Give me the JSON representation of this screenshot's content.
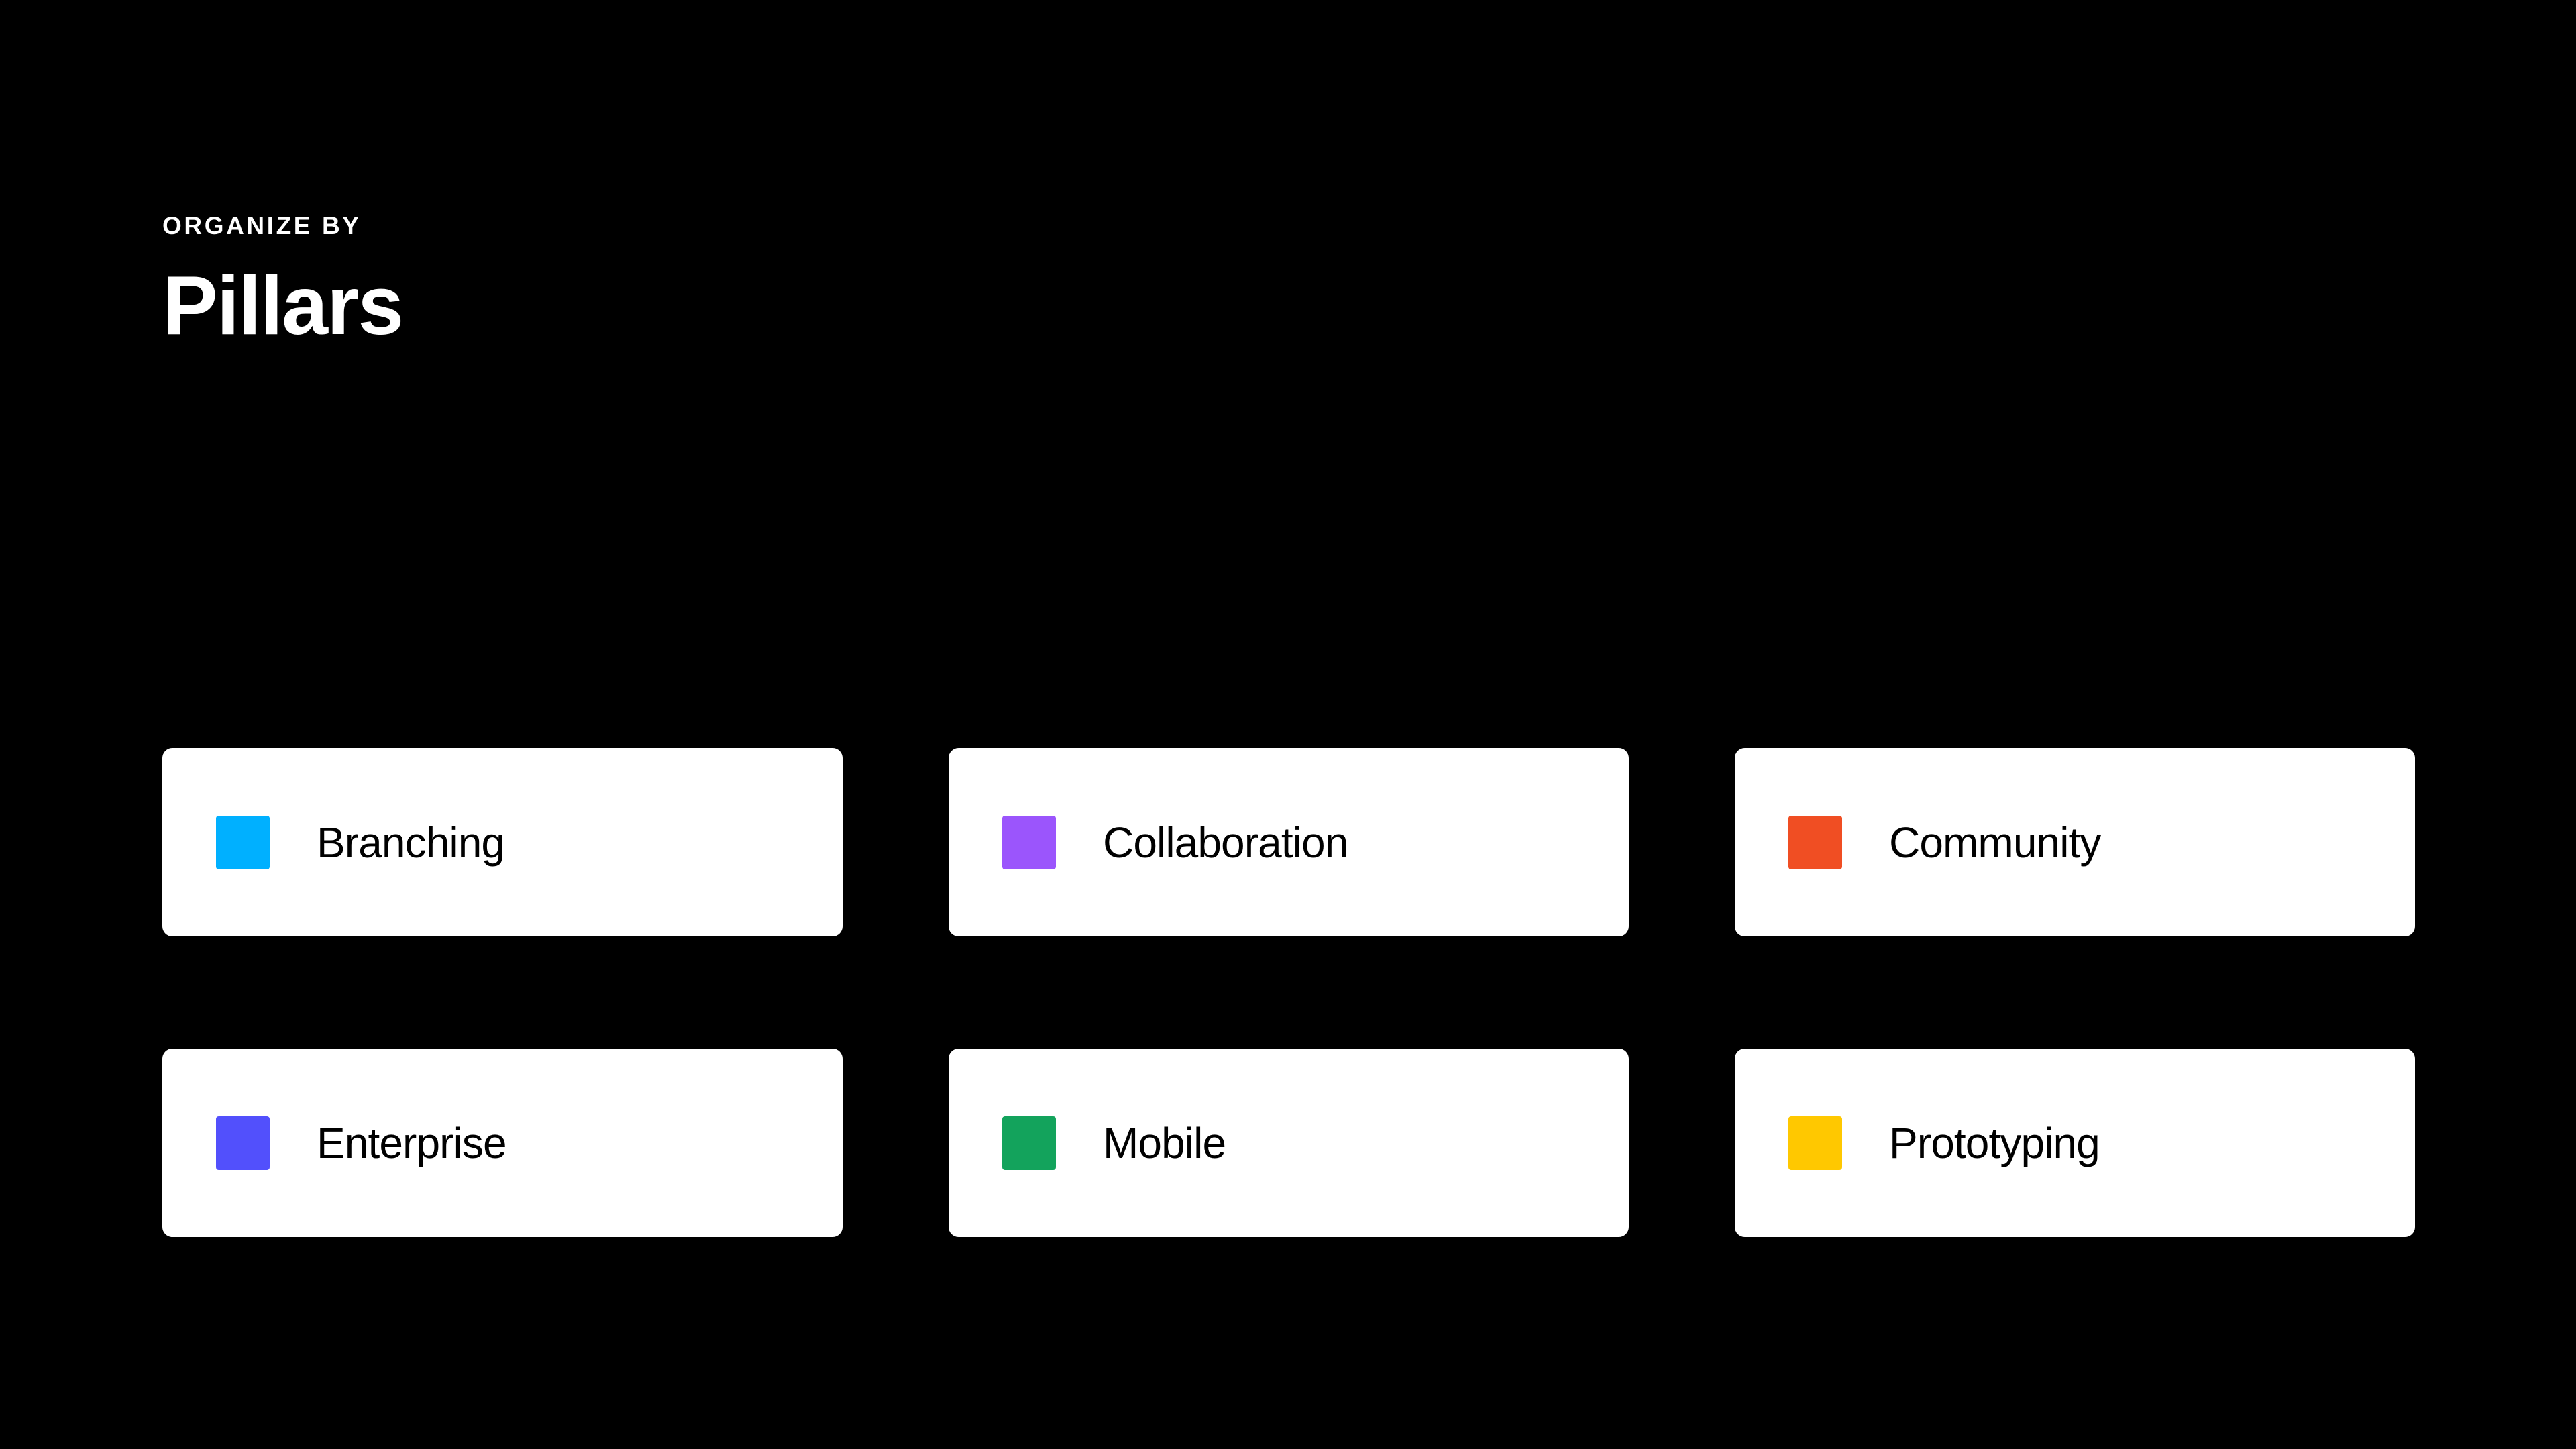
{
  "background_color": "#000000",
  "header": {
    "eyebrow": "ORGANIZE BY",
    "title": "Pillars",
    "text_color": "#FFFFFF"
  },
  "pillar_grid": {
    "columns": 3,
    "rows": 2,
    "card_background": "#FFFFFF",
    "card_text_color": "#000000",
    "cards": [
      {
        "label": "Branching",
        "swatch_color": "#00B0FF",
        "swatch_name": "color-swatch-branching"
      },
      {
        "label": "Collaboration",
        "swatch_color": "#9B55FC",
        "swatch_name": "color-swatch-collaboration"
      },
      {
        "label": "Community",
        "swatch_color": "#F04E23",
        "swatch_name": "color-swatch-community"
      },
      {
        "label": "Enterprise",
        "swatch_color": "#5250FC",
        "swatch_name": "color-swatch-enterprise"
      },
      {
        "label": "Mobile",
        "swatch_color": "#13A35C",
        "swatch_name": "color-swatch-mobile"
      },
      {
        "label": "Prototyping",
        "swatch_color": "#FFC800",
        "swatch_name": "color-swatch-prototyping"
      }
    ]
  }
}
